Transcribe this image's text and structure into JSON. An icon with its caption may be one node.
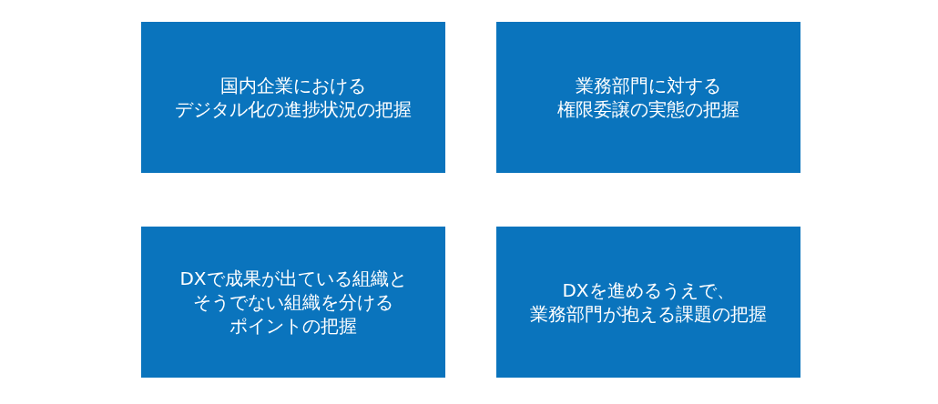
{
  "diagram": {
    "nodes": [
      {
        "text": [
          "国内企業におけるデジタル化の進捗状況の把握"
        ]
      },
      {
        "text": [
          "業務部門に対する権限委譲の実態の把握"
        ]
      },
      {
        "text": [
          "DXで成果が出ている組織とそうでない組織を分けるポイントの把握"
        ]
      },
      {
        "text": [
          "DXを進めるうえで、業務部門が抱える課題の把握"
        ]
      }
    ],
    "edges": []
  }
}
